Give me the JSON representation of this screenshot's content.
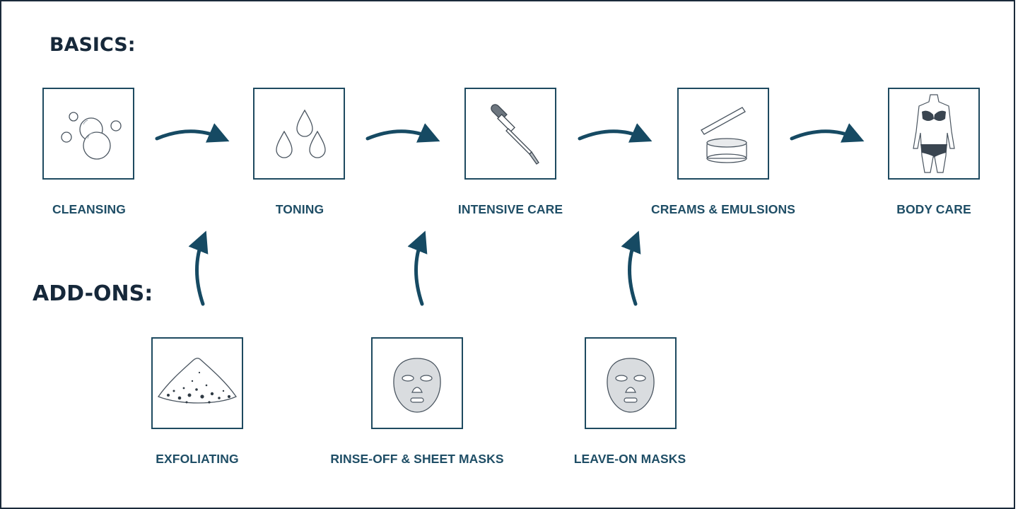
{
  "sections": {
    "basics_title": "BASICS:",
    "addons_title": "ADD-ONS:"
  },
  "basics": [
    {
      "label": "CLEANSING",
      "icon": "bubbles-icon"
    },
    {
      "label": "TONING",
      "icon": "droplets-icon"
    },
    {
      "label": "INTENSIVE CARE",
      "icon": "dropper-icon"
    },
    {
      "label": "CREAMS & EMULSIONS",
      "icon": "cream-jar-icon"
    },
    {
      "label": "BODY CARE",
      "icon": "body-icon"
    }
  ],
  "addons": [
    {
      "label": "EXFOLIATING",
      "icon": "powder-pile-icon",
      "feeds_into": "TONING"
    },
    {
      "label": "RINSE-OFF & SHEET MASKS",
      "icon": "face-mask-icon",
      "feeds_into": "INTENSIVE CARE"
    },
    {
      "label": "LEAVE-ON MASKS",
      "icon": "face-mask-icon",
      "feeds_into": "CREAMS & EMULSIONS"
    }
  ],
  "colors": {
    "accent": "#1f4e66",
    "arrow": "#164a63",
    "frame": "#1a2a3a",
    "icon_fill": "#d9dcdf",
    "icon_stroke": "#4a5560"
  }
}
